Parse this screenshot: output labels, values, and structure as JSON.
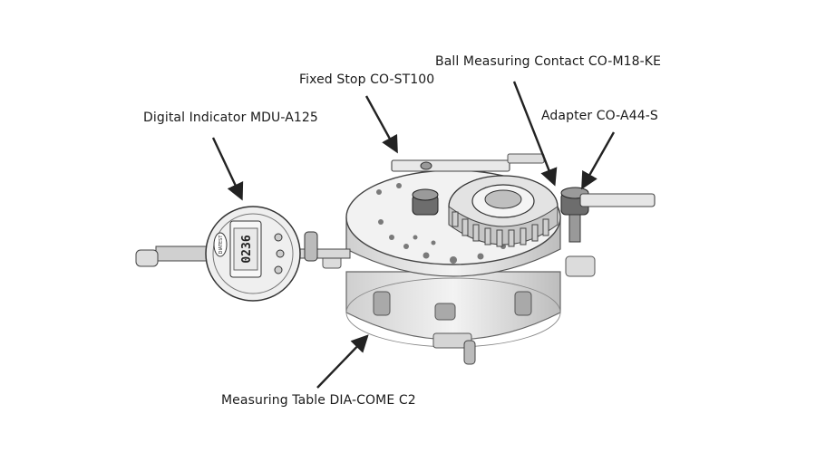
{
  "labels": {
    "fixed_stop": "Fixed Stop CO-ST100",
    "ball_contact": "Ball Measuring Contact CO-M18-KE",
    "adapter": "Adapter CO-A44-S",
    "indicator": "Digital Indicator MDU-A125",
    "table": "Measuring Table DIA-COME C2"
  },
  "indicator_display": {
    "reading": "0236",
    "brand": "DIATEST"
  },
  "colors": {
    "ink": "#2a2a2a",
    "pencil": "#555555",
    "shade": "#b9b9b9",
    "light": "#e6e6e6"
  }
}
